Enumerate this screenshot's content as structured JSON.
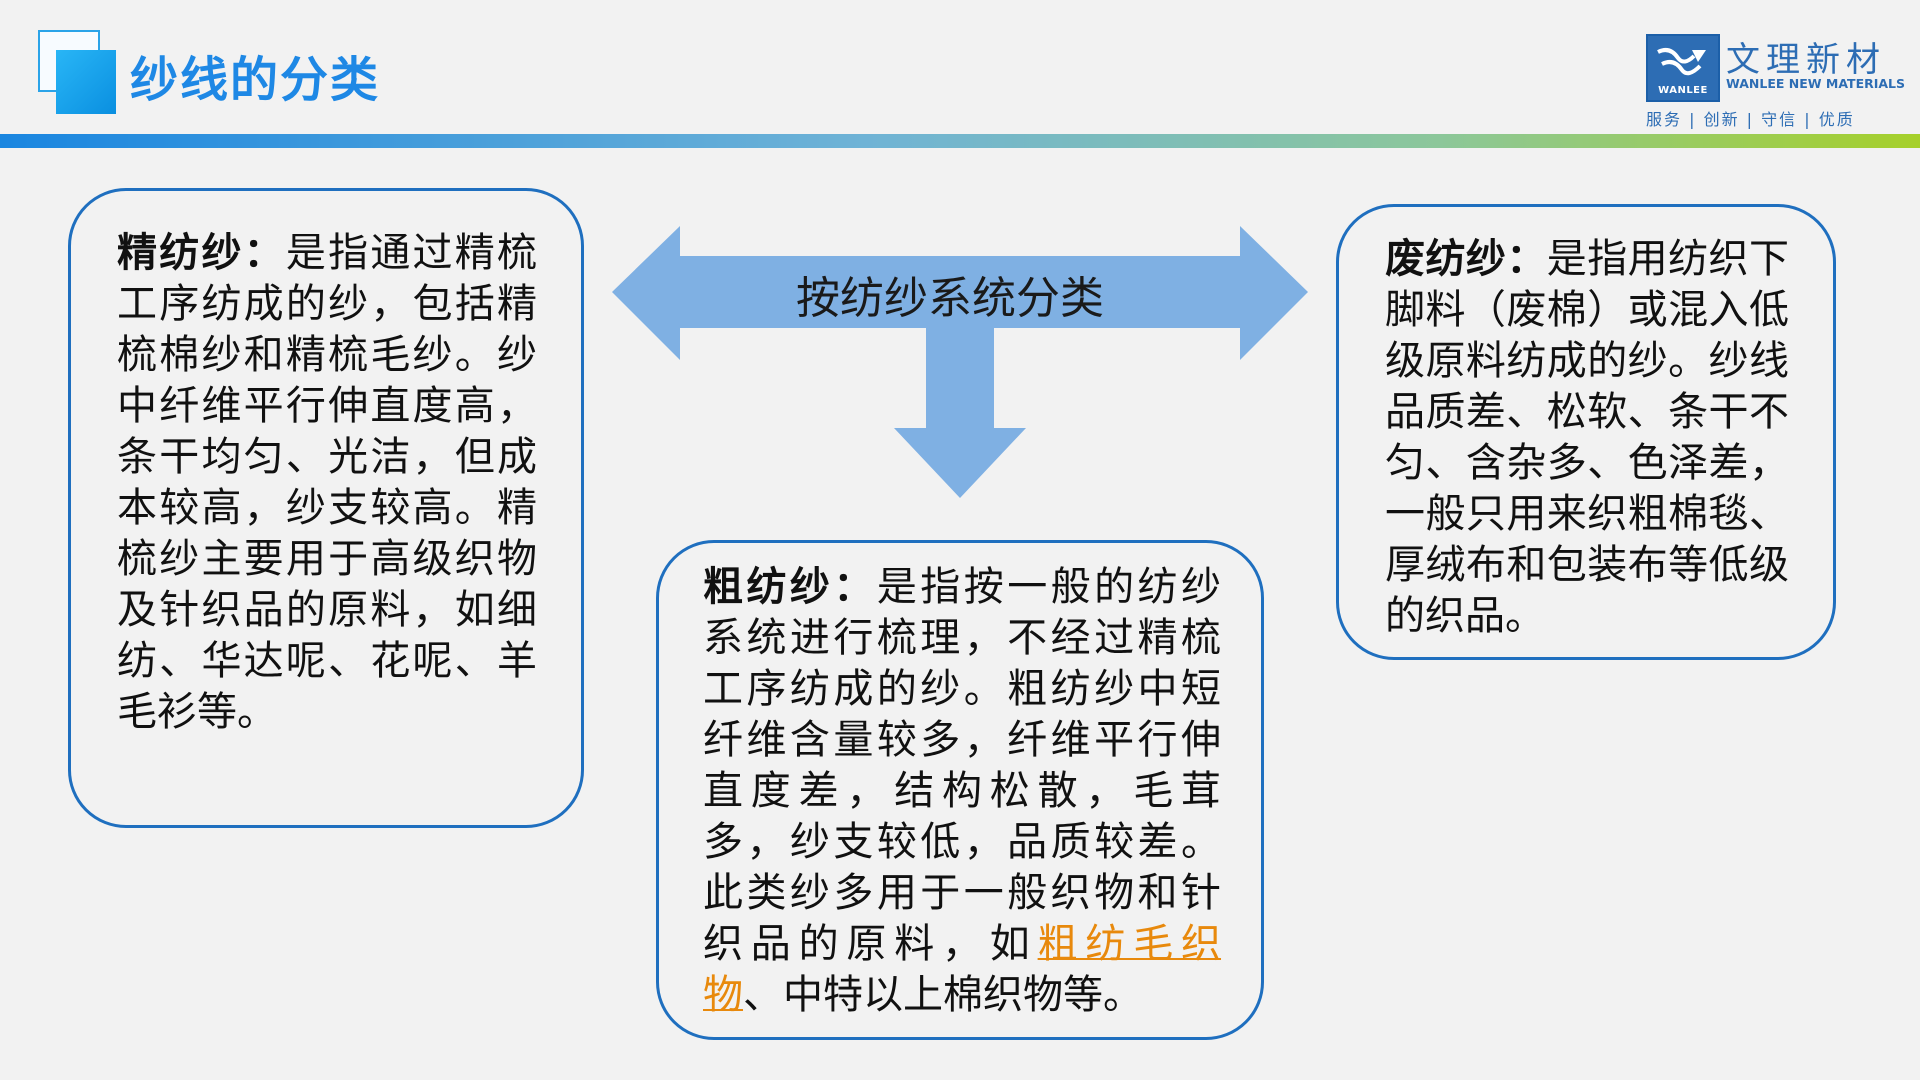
{
  "header": {
    "title": "纱线的分类"
  },
  "logo": {
    "mark_text": "WANLEE",
    "name_cn": "文理新材",
    "name_en": "WANLEE NEW MATERIALS",
    "slogan": "服务 | 创新 | 守信 | 优质",
    "color": "#2d6db4"
  },
  "colors": {
    "title": "#1e88e5",
    "box_border": "#1f6fbf",
    "arrow": "#7fb0e3",
    "link": "#e8890c"
  },
  "diagram": {
    "center_label": "按纺纱系统分类",
    "left": {
      "term": "精纺纱：",
      "text": "是指通过精梳工序纺成的纱，包括精梳棉纱和精梳毛纱。纱中纤维平行伸直度高，条干均匀、光洁，但成本较高，纱支较高。精梳纱主要用于高级织物及针织品的原料，如细纺、华达呢、花呢、羊毛衫等。"
    },
    "right": {
      "term": "废纺纱：",
      "text": "是指用纺织下脚料（废棉）或混入低级原料纺成的纱。纱线品质差、松软、条干不匀、含杂多、色泽差，一般只用来织粗棉毯、厚绒布和包装布等低级的织品。"
    },
    "bottom": {
      "term": "粗纺纱：",
      "text_before": "是指按一般的纺纱系统进行梳理，不经过精梳工序纺成的纱。粗纺纱中短纤维含量较多，纤维平行伸直度差，结构松散，毛茸多，纱支较低，品质较差。此类纱多用于一般织物和针织品的原料，如",
      "link_text": "粗纺毛织物",
      "text_after": "、中特以上棉织物等。"
    }
  }
}
